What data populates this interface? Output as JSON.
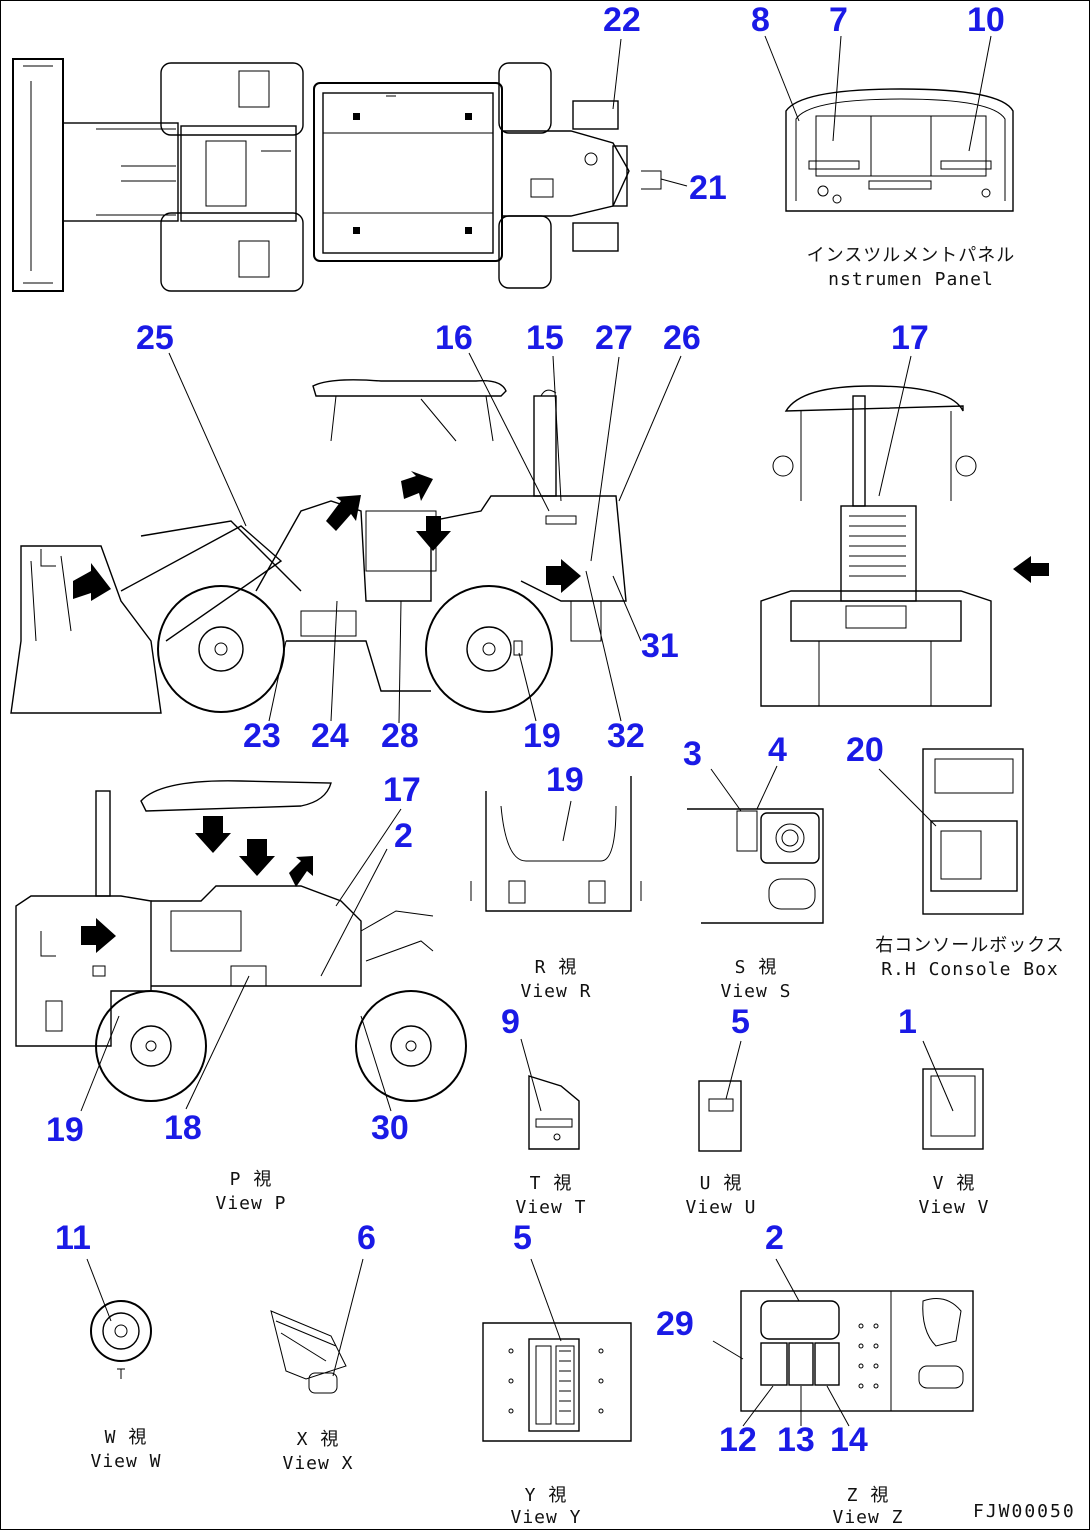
{
  "callouts": {
    "n22": "22",
    "n8": "8",
    "n7": "7",
    "n10": "10",
    "n21": "21",
    "n25": "25",
    "n16": "16",
    "n15": "15",
    "n27": "27",
    "n26": "26",
    "n17a": "17",
    "n31": "31",
    "n23": "23",
    "n24": "24",
    "n28": "28",
    "n19a": "19",
    "n32": "32",
    "n3": "3",
    "n4": "4",
    "n20": "20",
    "n17b": "17",
    "n2a": "2",
    "n19b": "19",
    "n9": "9",
    "n5a": "5",
    "n1": "1",
    "n19c": "19",
    "n18": "18",
    "n30": "30",
    "n11": "11",
    "n6": "6",
    "n5b": "5",
    "n2b": "2",
    "n29": "29",
    "n12": "12",
    "n13": "13",
    "n14": "14"
  },
  "captions": {
    "instrument_jp": "インスツルメントパネル",
    "instrument_en": "nstrumen Panel",
    "view_r_jp": "R 視",
    "view_r_en": "View R",
    "view_s_jp": "S 視",
    "view_s_en": "View S",
    "console_jp": "右コンソールボックス",
    "console_en": "R.H Console Box",
    "view_p_jp": "P 視",
    "view_p_en": "View P",
    "view_t_jp": "T 視",
    "view_t_en": "View T",
    "view_u_jp": "U 視",
    "view_u_en": "View U",
    "view_v_jp": "V 視",
    "view_v_en": "View V",
    "view_w_jp": "W 視",
    "view_w_en": "View W",
    "view_x_jp": "X 視",
    "view_x_en": "View X",
    "view_y_jp": "Y 視",
    "view_y_en": "View Y",
    "view_z_jp": "Z 視",
    "view_z_en": "View Z"
  },
  "drawing_code": "FJW00050",
  "colors": {
    "callout": "#1a1ae6",
    "line": "#000000"
  }
}
